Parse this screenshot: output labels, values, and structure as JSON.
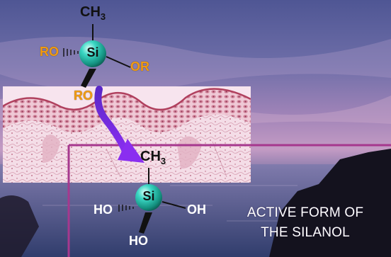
{
  "colors": {
    "sky_top": "#5a5a9a",
    "sky_mid": "#9a7fb6",
    "sea": "#4a5a8e",
    "tissue_bg": "#f3dbe8",
    "tissue_cells": "#b5566f",
    "silicon_atom": "#2ec4b2",
    "arrow": "#6a2ae0",
    "frame": "#a6388e",
    "orange_label": "#f09a12",
    "white_label": "#ffffff",
    "dark_label": "#111111"
  },
  "top_molecule": {
    "center_atom": "Si",
    "group_top": "CH",
    "group_top_subscript": "3",
    "group_left": "RO",
    "group_right": "OR",
    "group_bottom": "RO"
  },
  "bottom_molecule": {
    "center_atom": "Si",
    "group_top": "CH",
    "group_top_subscript": "3",
    "group_left": "HO",
    "group_right": "OH",
    "group_bottom": "HO"
  },
  "caption": {
    "line1": "ACTIVE FORM OF",
    "line2": "THE SILANOL"
  },
  "icons": {
    "skin_tissue": "skin-tissue-illustration",
    "transform_arrow": "curved-arrow-icon"
  }
}
